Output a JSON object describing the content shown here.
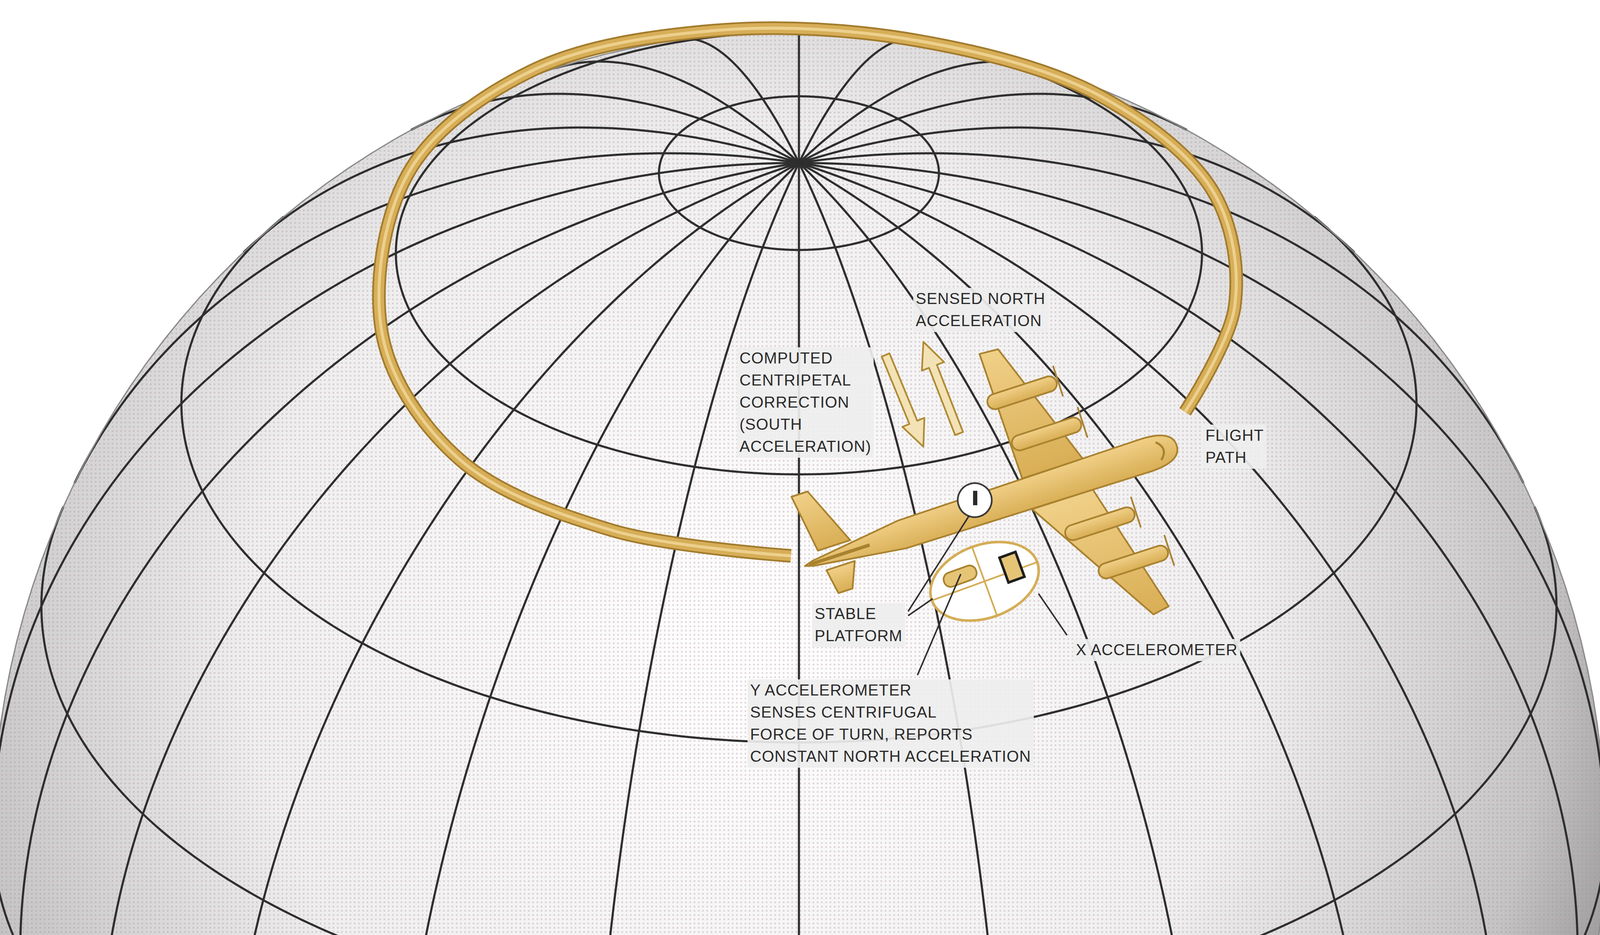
{
  "diagram": {
    "labels": [
      "SENSED NORTH ACCELERATION",
      "COMPUTED CENTRIPETAL CORRECTION (SOUTH ACCELERATION)",
      "FLIGHT PATH",
      "STABLE PLATFORM",
      "X ACCELEROMETER",
      "Y ACCELEROMETER SENSES CENTRIFUGAL FORCE OF TURN, REPORTS CONSTANT NORTH ACCELERATION"
    ]
  }
}
